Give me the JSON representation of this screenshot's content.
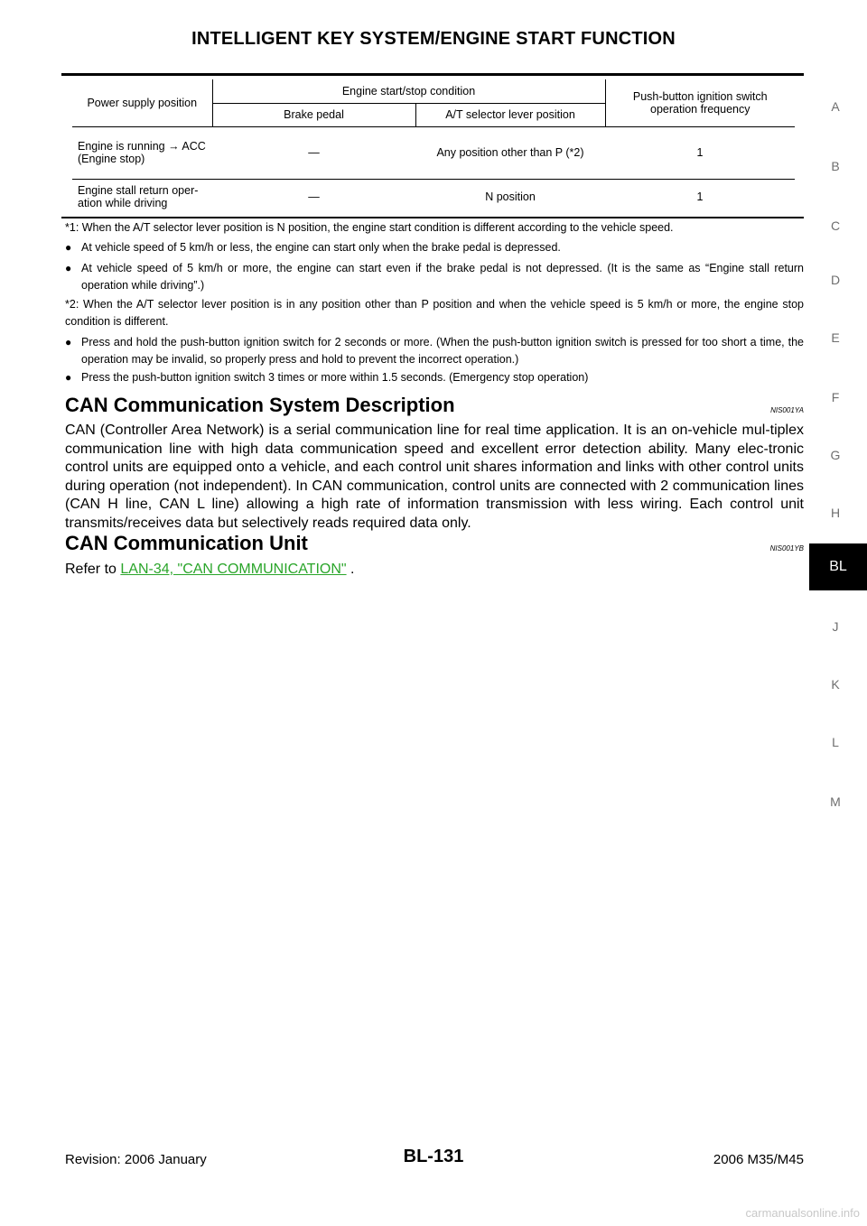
{
  "header": {
    "title": "INTELLIGENT KEY SYSTEM/ENGINE START FUNCTION"
  },
  "side_index": {
    "tabs": [
      "A",
      "B",
      "C",
      "D",
      "E",
      "F",
      "G",
      "H",
      "BL",
      "J",
      "K",
      "L",
      "M"
    ],
    "active": "BL"
  },
  "table": {
    "col_power": "Power supply position",
    "col_condition": "Engine start/stop condition",
    "col_brake": "Brake pedal",
    "col_selector": "A/T selector lever position",
    "col_frequency": "Push-button ignition switch operation frequency",
    "rows": [
      {
        "power": "Engine is running → ACC (Engine stop)",
        "brake": "—",
        "selector": "Any position other than P (*2)",
        "frequency": "1"
      },
      {
        "power": "Engine stall return oper-ation while driving",
        "brake": "—",
        "selector": "N position",
        "frequency": "1"
      }
    ]
  },
  "notes": {
    "note1": "*1: When the A/T selector lever position is N position, the engine start condition is different according to the vehicle speed.",
    "note1_bullets": [
      "At vehicle speed of 5 km/h or less, the engine can start only when the brake pedal is depressed.",
      "At vehicle speed of 5 km/h or more, the engine can start even if the brake pedal is not depressed. (It is the same as “Engine stall return operation while driving”.)"
    ],
    "note2": "*2: When the A/T selector lever position is in any position other than P position and when the vehicle speed is 5 km/h or more, the engine stop condition is different.",
    "note2_bullets": [
      "Press and hold the push-button ignition switch for 2 seconds or more. (When the push-button ignition switch is pressed for too short a time, the operation may be invalid, so properly press and hold to prevent the incorrect operation.)",
      "Press the push-button ignition switch 3 times or more within 1.5 seconds. (Emergency stop operation)"
    ]
  },
  "section1": {
    "title": "CAN Communication System Description",
    "id": "NIS001YA",
    "body": "CAN (Controller Area Network) is a serial communication line for real time application. It is an on-vehicle mul-tiplex communication line with high data communication speed and excellent error detection ability. Many elec-tronic control units are equipped onto a vehicle, and each control unit shares information and links with other control units during operation (not independent). In CAN communication, control units are connected with 2 communication lines (CAN H line, CAN L line) allowing a high rate of information transmission with less wiring. Each control unit transmits/receives data but selectively reads required data only."
  },
  "section2": {
    "title": "CAN Communication Unit",
    "id": "NIS001YB",
    "refer_prefix": "Refer to",
    "link_text": "LAN-34, \"CAN COMMUNICATION\"",
    "refer_suffix": "."
  },
  "footer": {
    "revision": "Revision: 2006 January",
    "page_code": "BL-131",
    "model": "2006 M35/M45"
  },
  "watermark": "carmanualsonline.info"
}
